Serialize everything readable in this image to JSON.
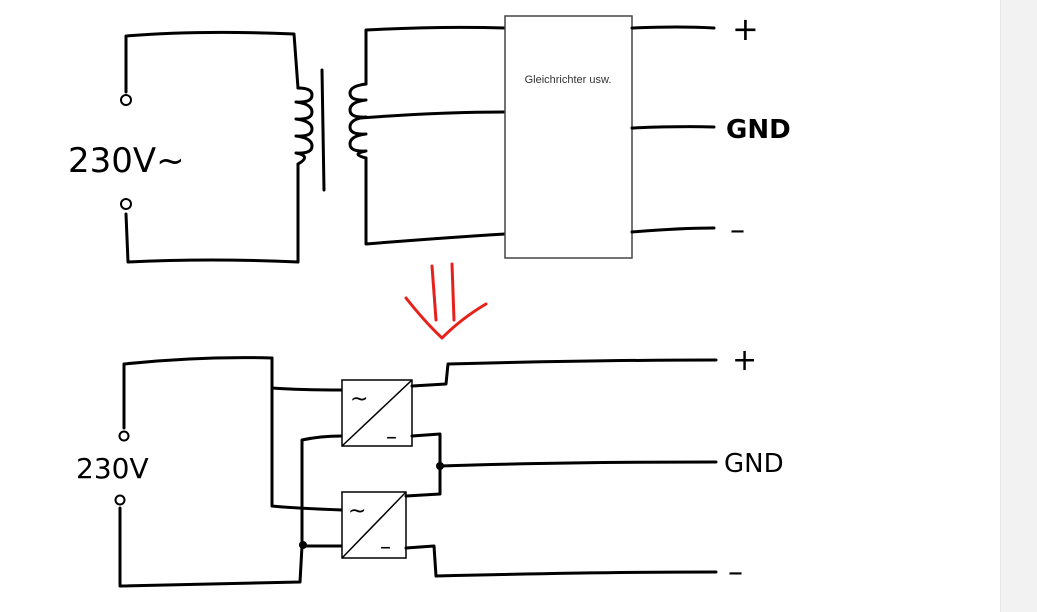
{
  "diagram": {
    "top": {
      "input_voltage": "230V~",
      "rectifier_label": "Gleichrichter usw.",
      "out_plus": "+",
      "out_gnd": "GND",
      "out_minus": "–"
    },
    "bottom": {
      "input_voltage": "230V",
      "out_plus": "+",
      "out_gnd": "GND",
      "out_minus": "–",
      "module_1": {
        "ac_symbol": "~",
        "dc_symbol": "–"
      },
      "module_2": {
        "ac_symbol": "~",
        "dc_symbol": "–"
      }
    },
    "arrow_color": "#e8201a"
  }
}
